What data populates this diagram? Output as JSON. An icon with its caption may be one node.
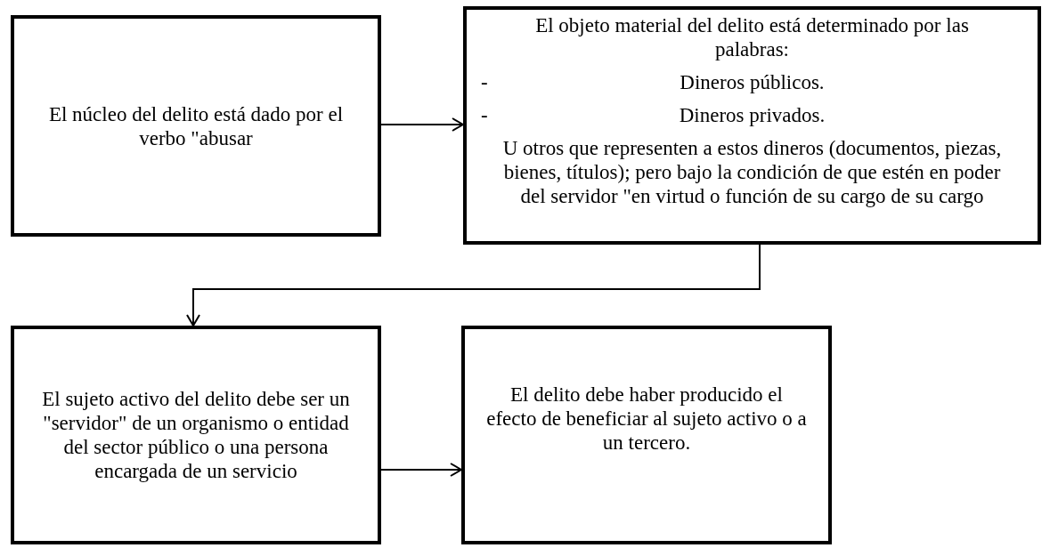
{
  "diagram": {
    "nodes": [
      {
        "text": [
          "El núcleo del delito está dado por el verbo \"abusar"
        ]
      },
      {
        "text": [
          "El objeto material del delito está determinado por las palabras:",
          "-",
          "Dineros públicos.",
          "-",
          "Dineros privados.",
          "U otros que representen a estos dineros (documentos, piezas, bienes, títulos); pero bajo la condición de que estén en poder del servidor \"en virtud o función de su cargo de su cargo"
        ]
      },
      {
        "text": [
          "El sujeto activo del delito debe ser un \"servidor\" de un organismo o entidad del sector público o una persona encargada de un servicio"
        ]
      },
      {
        "text": [
          "El delito debe haber producido el efecto de beneficiar al sujeto activo o a un tercero."
        ]
      }
    ],
    "edges": [
      {
        "from": 0,
        "to": 1,
        "arrow": "to"
      },
      {
        "from": 1,
        "to": 2,
        "arrow": "to"
      },
      {
        "from": 2,
        "to": 3,
        "arrow": "to"
      }
    ]
  }
}
